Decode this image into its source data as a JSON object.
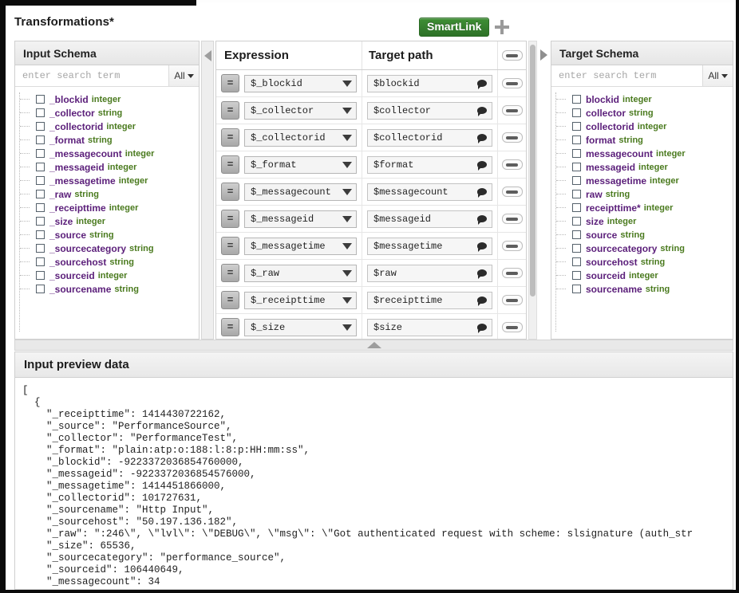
{
  "page_title": "Transformations*",
  "smartlink": {
    "label": "SmartLink",
    "add_icon": "plus-icon"
  },
  "input_schema": {
    "title": "Input Schema",
    "search_placeholder": "enter search term",
    "filter_label": "All",
    "fields": [
      {
        "name": "_blockid",
        "type": "integer"
      },
      {
        "name": "_collector",
        "type": "string"
      },
      {
        "name": "_collectorid",
        "type": "integer"
      },
      {
        "name": "_format",
        "type": "string"
      },
      {
        "name": "_messagecount",
        "type": "integer"
      },
      {
        "name": "_messageid",
        "type": "integer"
      },
      {
        "name": "_messagetime",
        "type": "integer"
      },
      {
        "name": "_raw",
        "type": "string"
      },
      {
        "name": "_receipttime",
        "type": "integer"
      },
      {
        "name": "_size",
        "type": "integer"
      },
      {
        "name": "_source",
        "type": "string"
      },
      {
        "name": "_sourcecategory",
        "type": "string"
      },
      {
        "name": "_sourcehost",
        "type": "string"
      },
      {
        "name": "_sourceid",
        "type": "integer"
      },
      {
        "name": "_sourcename",
        "type": "string"
      }
    ]
  },
  "target_schema": {
    "title": "Target Schema",
    "search_placeholder": "enter search term",
    "filter_label": "All",
    "fields": [
      {
        "name": "blockid",
        "type": "integer"
      },
      {
        "name": "collector",
        "type": "string"
      },
      {
        "name": "collectorid",
        "type": "integer"
      },
      {
        "name": "format",
        "type": "string"
      },
      {
        "name": "messagecount",
        "type": "integer"
      },
      {
        "name": "messageid",
        "type": "integer"
      },
      {
        "name": "messagetime",
        "type": "integer"
      },
      {
        "name": "raw",
        "type": "string"
      },
      {
        "name": "receipttime*",
        "type": "integer"
      },
      {
        "name": "size",
        "type": "integer"
      },
      {
        "name": "source",
        "type": "string"
      },
      {
        "name": "sourcecategory",
        "type": "string"
      },
      {
        "name": "sourcehost",
        "type": "string"
      },
      {
        "name": "sourceid",
        "type": "integer"
      },
      {
        "name": "sourcename",
        "type": "string"
      }
    ]
  },
  "mapping": {
    "col_expression": "Expression",
    "col_target_path": "Target path",
    "equals_label": "=",
    "rows": [
      {
        "expression": "$_blockid",
        "target": "$blockid"
      },
      {
        "expression": "$_collector",
        "target": "$collector"
      },
      {
        "expression": "$_collectorid",
        "target": "$collectorid"
      },
      {
        "expression": "$_format",
        "target": "$format"
      },
      {
        "expression": "$_messagecount",
        "target": "$messagecount"
      },
      {
        "expression": "$_messageid",
        "target": "$messageid"
      },
      {
        "expression": "$_messagetime",
        "target": "$messagetime"
      },
      {
        "expression": "$_raw",
        "target": "$raw"
      },
      {
        "expression": "$_receipttime",
        "target": "$receipttime"
      },
      {
        "expression": "$_size",
        "target": "$size"
      }
    ]
  },
  "preview": {
    "title": "Input preview data",
    "content": "[\n  {\n    \"_receipttime\": 1414430722162,\n    \"_source\": \"PerformanceSource\",\n    \"_collector\": \"PerformanceTest\",\n    \"_format\": \"plain:atp:o:188:l:8:p:HH:mm:ss\",\n    \"_blockid\": -9223372036854760000,\n    \"_messageid\": -9223372036854576000,\n    \"_messagetime\": 1414451866000,\n    \"_collectorid\": 101727631,\n    \"_sourcename\": \"Http Input\",\n    \"_sourcehost\": \"50.197.136.182\",\n    \"_raw\": \":246\\\", \\\"lvl\\\": \\\"DEBUG\\\", \\\"msg\\\": \\\"Got authenticated request with scheme: slsignature (auth_str\n    \"_size\": 65536,\n    \"_sourcecategory\": \"performance_source\",\n    \"_sourceid\": 106440649,\n    \"_messagecount\": 34"
  },
  "colors": {
    "field": "#5b1f7a",
    "type": "#4a7a1e",
    "smartlink": "#2d7127"
  }
}
